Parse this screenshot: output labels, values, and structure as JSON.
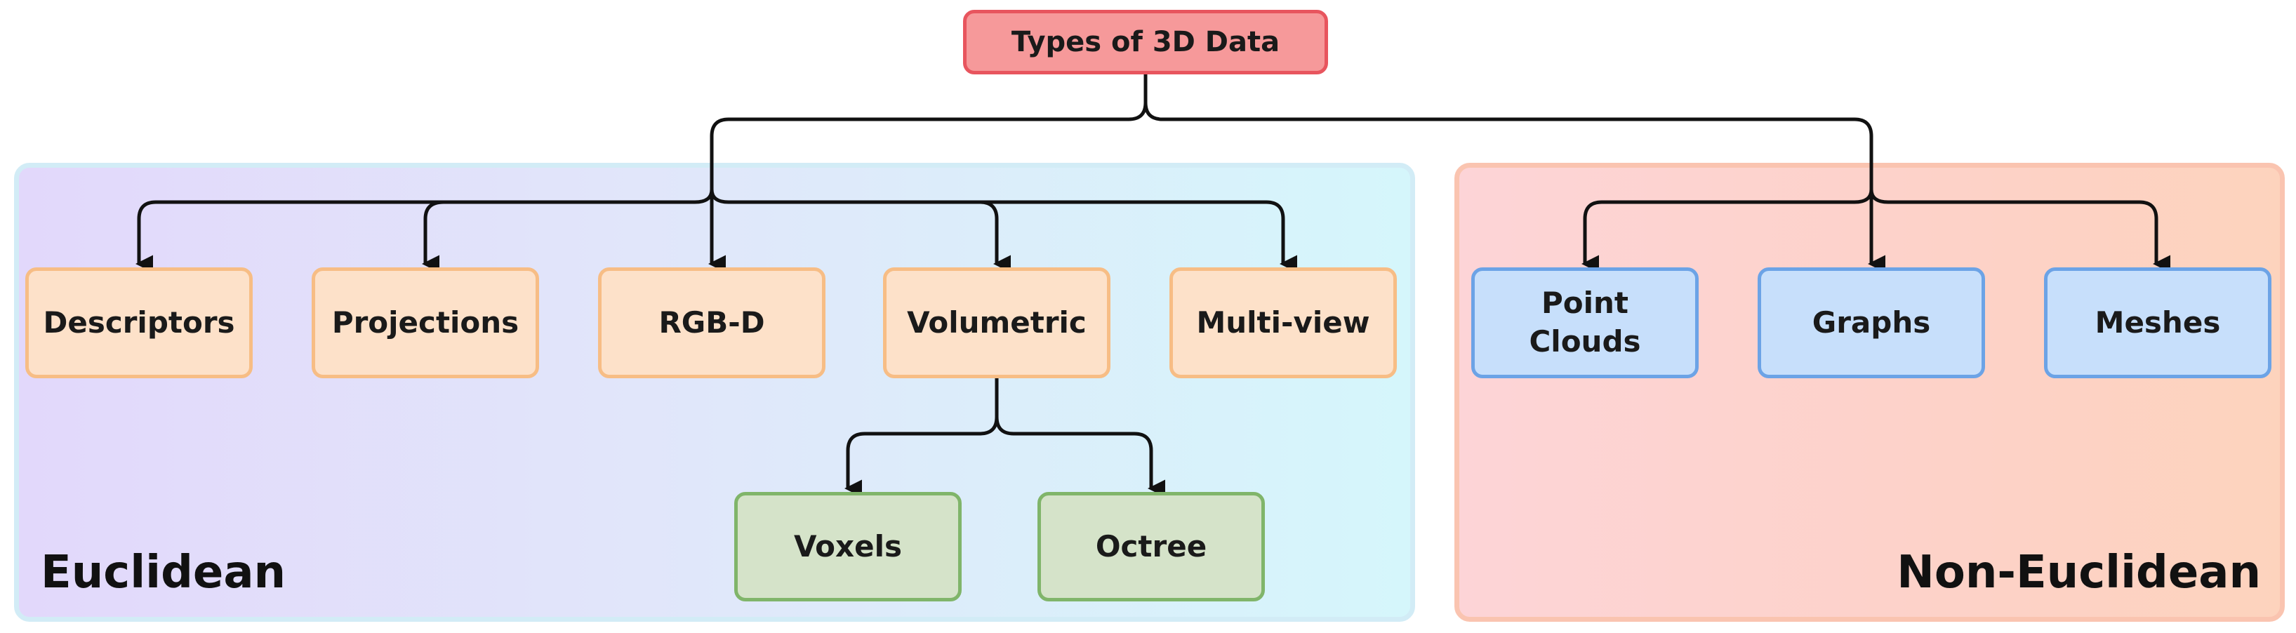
{
  "title": "Types of 3D Data",
  "regions": {
    "euclidean": "Euclidean",
    "non_euclidean": "Non-Euclidean"
  },
  "euclidean_items": [
    "Descriptors",
    "Projections",
    "RGB-D",
    "Volumetric",
    "Multi-view"
  ],
  "volumetric_children": [
    "Voxels",
    "Octree"
  ],
  "non_euclidean_items": [
    "Point\nClouds",
    "Graphs",
    "Meshes"
  ],
  "colors": {
    "root_fill": "#f6999a",
    "root_border": "#e8555e",
    "euclidean_node_fill": "#fde1c9",
    "euclidean_node_border": "#f7bd85",
    "non_euclidean_node_fill": "#c7dffb",
    "non_euclidean_node_border": "#6ca3e6",
    "leaf_fill": "#d5e3c9",
    "leaf_border": "#80b56a",
    "connector": "#111111"
  }
}
